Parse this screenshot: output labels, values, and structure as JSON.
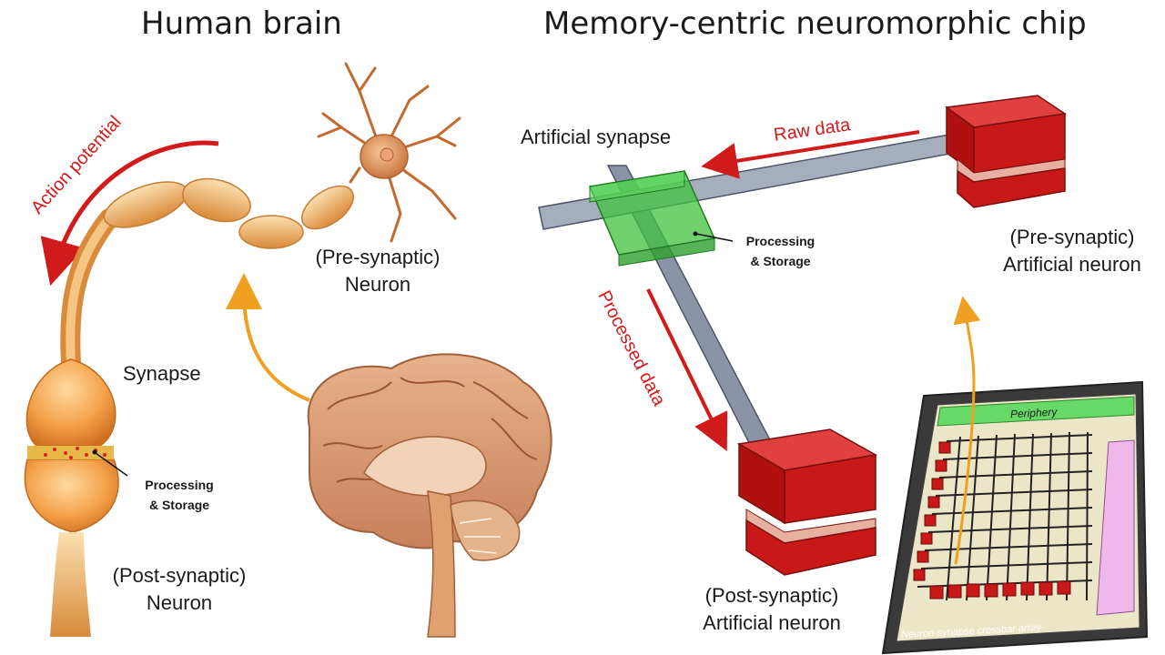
{
  "titles": {
    "left": "Human brain",
    "right": "Memory-centric neuromorphic chip"
  },
  "brain_side": {
    "action_potential": "Action potential",
    "pre_synaptic_line1": "(Pre-synaptic)",
    "pre_synaptic_line2": "Neuron",
    "synapse": "Synapse",
    "processing_line1": "Processing",
    "processing_line2": "& Storage",
    "post_synaptic_line1": "(Post-synaptic)",
    "post_synaptic_line2": "Neuron"
  },
  "chip_side": {
    "artificial_synapse": "Artificial synapse",
    "raw_data": "Raw data",
    "processing_line1": "Processing",
    "processing_line2": "& Storage",
    "processed_data": "Processed data",
    "pre_synaptic_line1": "(Pre-synaptic)",
    "pre_synaptic_line2": "Artificial neuron",
    "post_synaptic_line1": "(Post-synaptic)",
    "post_synaptic_line2": "Artificial neuron",
    "periphery": "Periphery",
    "crossbar_array": "Neuron-synapse crossbar array"
  },
  "colors": {
    "arrow_red": "#d11a1a",
    "arrow_orange": "#f0a020",
    "synapse_green": "#3fc33f",
    "neuron_red": "#c81818",
    "wire_gray": "#8b94a6"
  }
}
